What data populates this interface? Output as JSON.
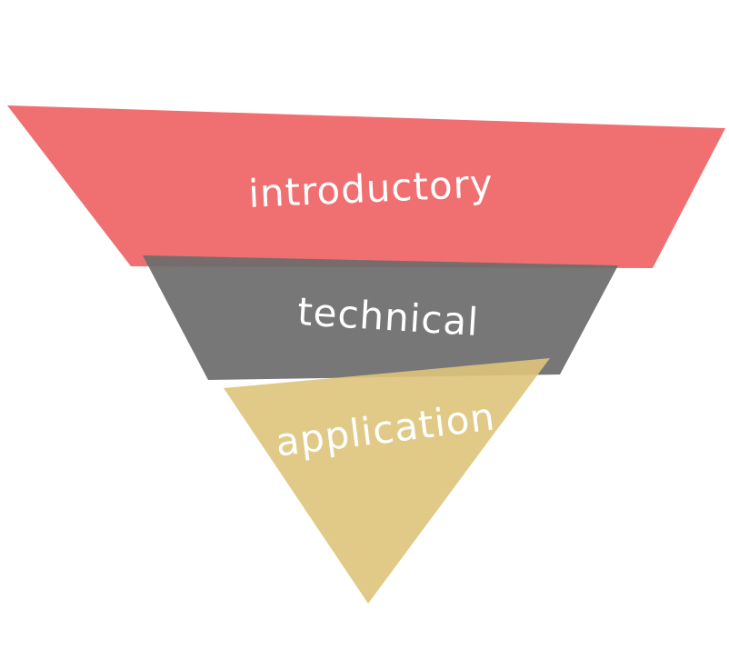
{
  "layers": [
    {
      "label": "introductory",
      "color": "#f06a6b"
    },
    {
      "label": "technical",
      "color": "#6b6b6b"
    },
    {
      "label": "application",
      "color": "#dec47a"
    }
  ]
}
